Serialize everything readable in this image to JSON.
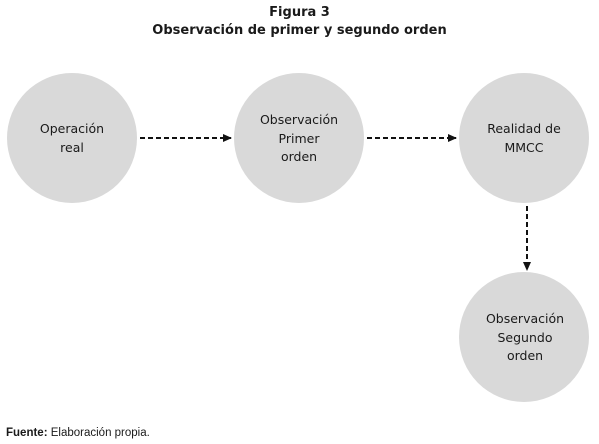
{
  "figure": {
    "number": "Figura 3",
    "title": "Observación de primer y segundo orden"
  },
  "nodes": [
    {
      "id": "operacion-real",
      "lines": [
        "Operación",
        "real"
      ]
    },
    {
      "id": "observacion-primer-orden",
      "lines": [
        "Observación",
        "Primer",
        "orden"
      ]
    },
    {
      "id": "realidad-mmcc",
      "lines": [
        "Realidad de",
        "MMCC"
      ]
    },
    {
      "id": "observacion-segundo-orden",
      "lines": [
        "Observación",
        "Segundo",
        "orden"
      ]
    }
  ],
  "source": {
    "label": "Fuente:",
    "text": "Elaboración propia."
  },
  "colors": {
    "node_fill": "#d9d9d9",
    "arrow": "#111111",
    "text": "#1a1a1a"
  }
}
